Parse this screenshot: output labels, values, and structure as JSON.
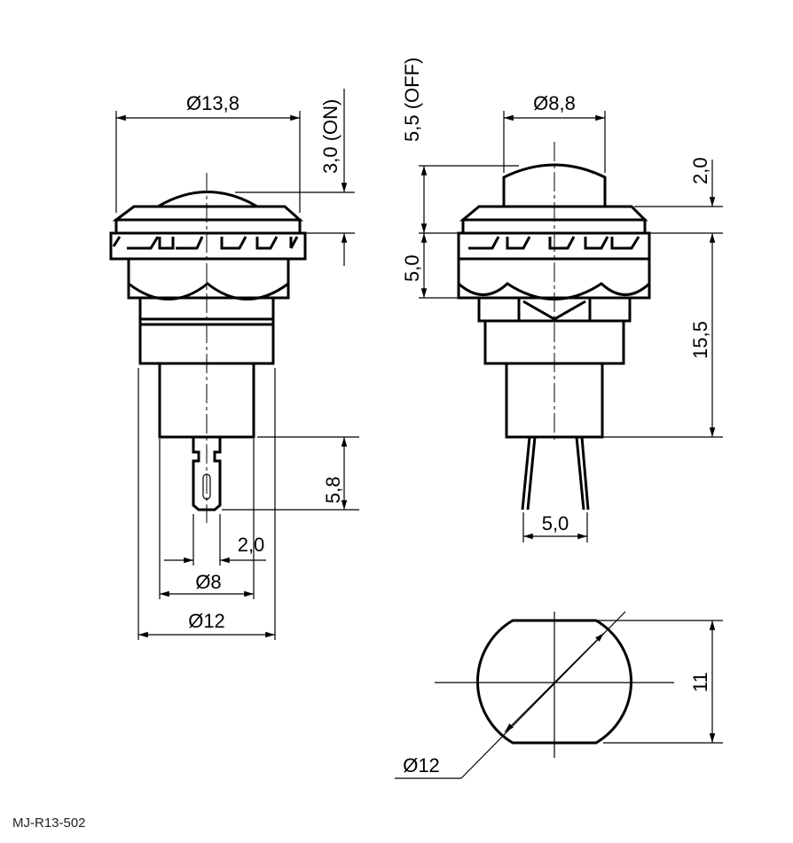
{
  "part_number": "MJ-R13-502",
  "side_view": {
    "cap_diameter": "Ø13,8",
    "travel_on": "3,0 (ON)",
    "terminal_length": "5,8",
    "terminal_width": "2,0",
    "body_diameter": "Ø8",
    "thread_diameter": "Ø12"
  },
  "front_view": {
    "button_diameter": "Ø8,8",
    "travel_off": "5,5 (OFF)",
    "nut_height": "5,0",
    "button_height": "2,0",
    "body_length": "15,5",
    "pin_spacing": "5,0"
  },
  "panel_cutout": {
    "diameter": "Ø12",
    "flat_width": "11"
  }
}
